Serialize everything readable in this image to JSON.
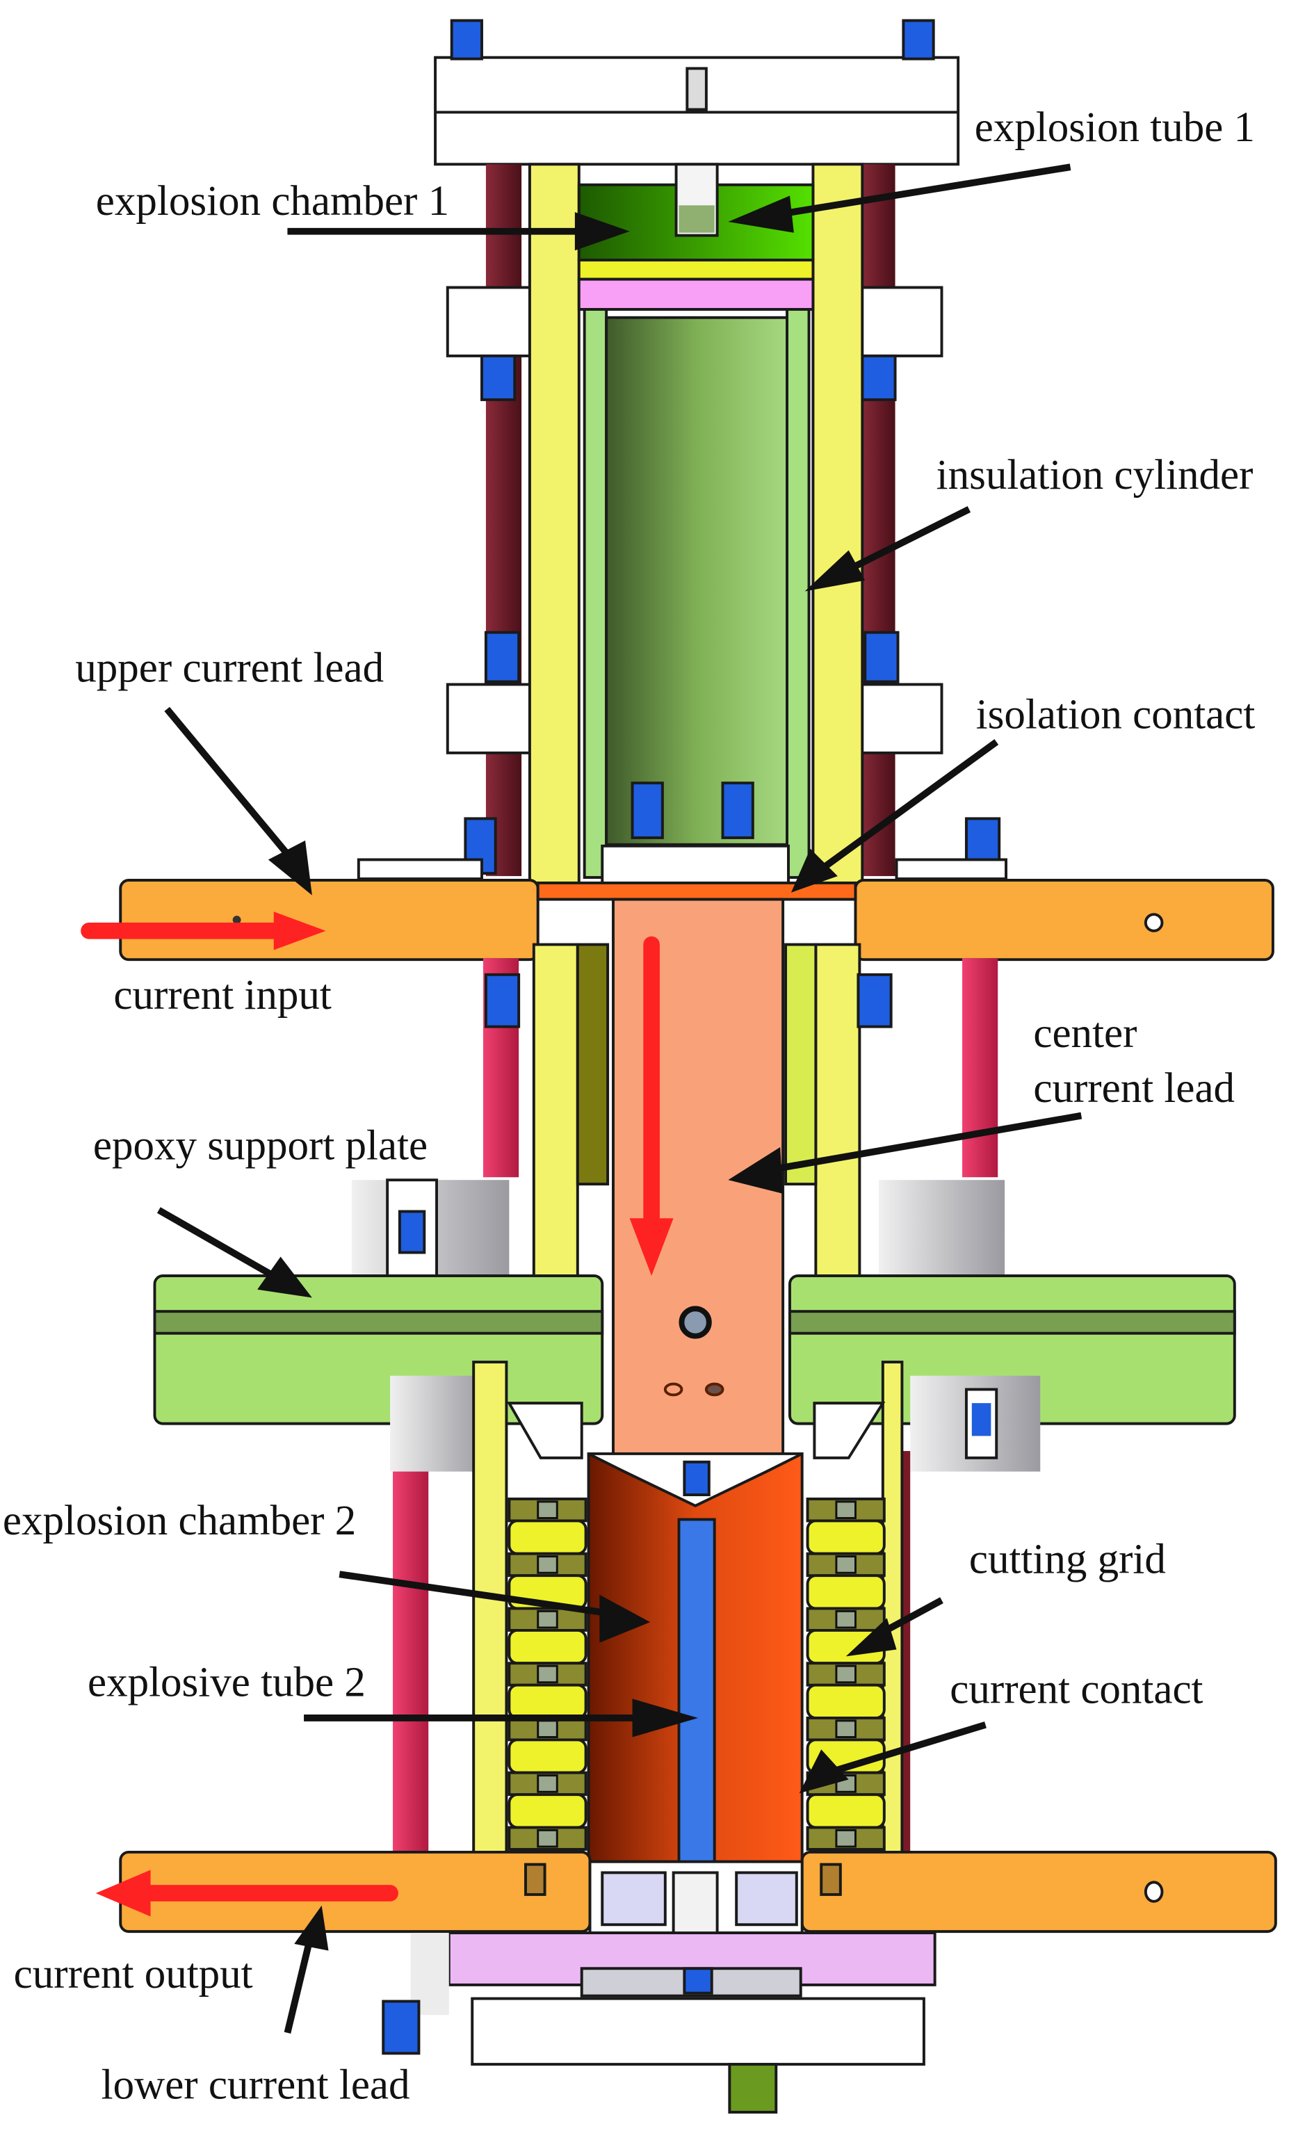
{
  "figure": {
    "labels": {
      "explosion_chamber_1": "explosion chamber 1",
      "explosion_tube_1": "explosion tube 1",
      "insulation_cylinder": "insulation cylinder",
      "upper_current_lead": "upper current lead",
      "isolation_contact": "isolation contact",
      "current_input": "current input",
      "center_current_lead_line1": "center",
      "center_current_lead_line2": "current lead",
      "epoxy_support_plate": "epoxy support plate",
      "explosion_chamber_2": "explosion chamber 2",
      "cutting_grid": "cutting grid",
      "explosive_tube_2": "explosive tube 2",
      "current_contact": "current contact",
      "current_output": "current output",
      "lower_current_lead": "lower current lead"
    },
    "colors": {
      "current_flow_arrow": "#ff2222",
      "pointer_arrow": "#111111",
      "current_lead": "#fbaa3c",
      "center_lead": "#f9a27a",
      "insulation_yellow": "#f2f36a",
      "epoxy_plate": "#a8e070",
      "explosion_chamber_1": "#4fd000",
      "explosion_chamber_2": "#ee4d10",
      "explosive_tube_2": "#3a78e8",
      "pink_plate": "#f4a8f4",
      "bolt_blue": "#1f5ee0",
      "rod_red": "#e8335f",
      "rod_dark": "#6b1e2a"
    }
  }
}
